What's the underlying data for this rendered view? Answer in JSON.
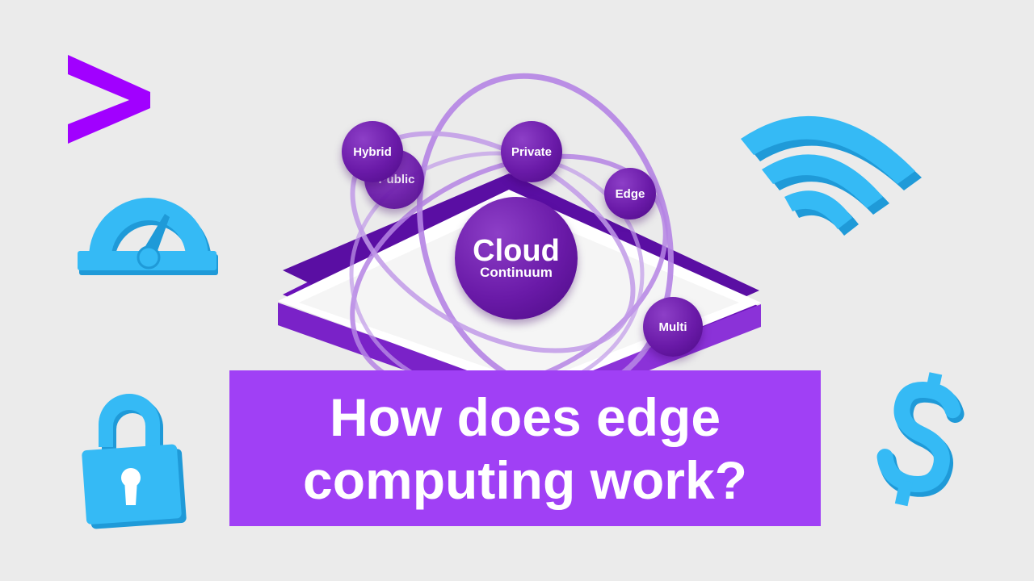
{
  "brand": {
    "icon": "greater-than-chevron",
    "color": "#a100ff"
  },
  "bubbles": {
    "hybrid": "Hybrid",
    "public": "Public",
    "private": "Private",
    "edge": "Edge",
    "multi": "Multi",
    "center_title": "Cloud",
    "center_sub": "Continuum"
  },
  "caption": {
    "line1": "How does edge",
    "line2": "computing work?"
  },
  "colors": {
    "background": "#ebebeb",
    "caption_bg": "#a040f5",
    "bubble_purple": "#6a1aa8",
    "icon_blue": "#29b0f0",
    "orbit": "#b07ee0"
  },
  "icons": [
    "speedometer-icon",
    "padlock-icon",
    "wifi-icon",
    "dollar-icon"
  ]
}
